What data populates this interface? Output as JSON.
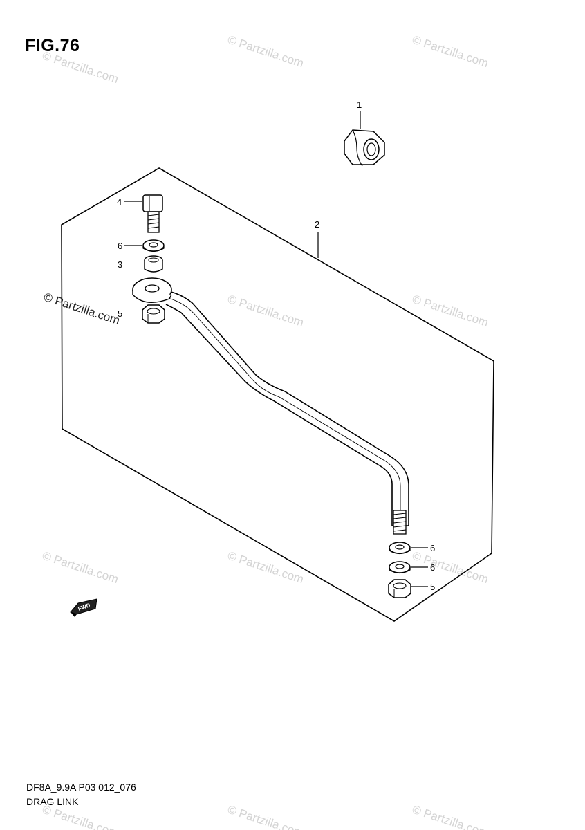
{
  "figure_label": "FIG.76",
  "watermark": "© Partzilla.com",
  "callouts": {
    "p1": "1",
    "p2": "2",
    "p3": "3",
    "p4": "4",
    "p5_left": "5",
    "p5_right": "5",
    "p6_left": "6",
    "p6_right_a": "6",
    "p6_right_b": "6"
  },
  "direction_marker": "FWD",
  "footer": {
    "code": "DF8A_9.9A P03 012_076",
    "name": "DRAG LINK"
  }
}
